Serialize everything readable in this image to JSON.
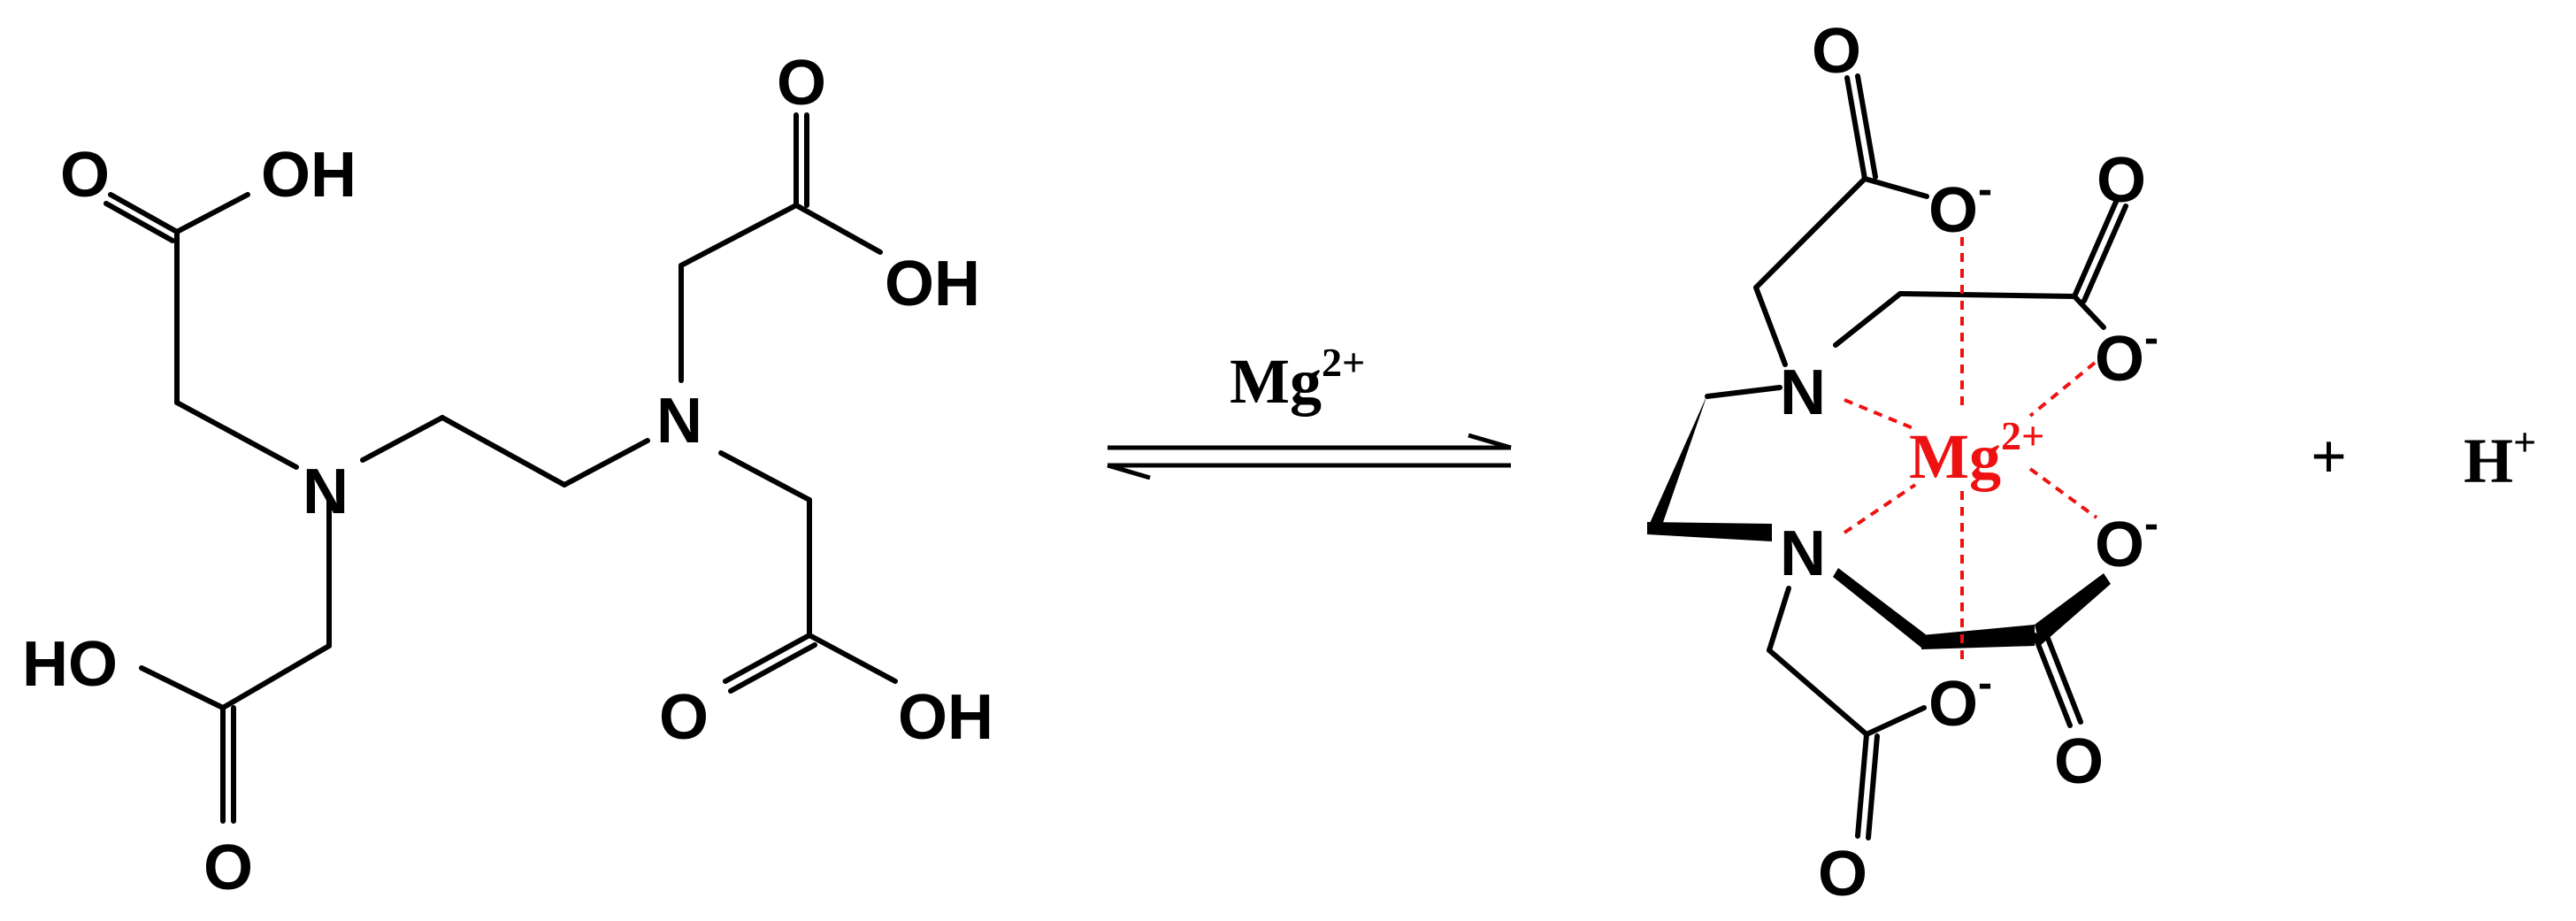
{
  "reactant": {
    "atoms": {
      "o1": "O",
      "oh1": "OH",
      "o2": "O",
      "oh2": "OH",
      "n1": "N",
      "n2": "N",
      "ho3": "HO",
      "o3": "O",
      "o4": "O",
      "oh4": "OH"
    }
  },
  "arrow": {
    "reagent_main": "Mg",
    "reagent_charge": "2+"
  },
  "product": {
    "atoms": {
      "oa_top": "O",
      "oa_minus": "O",
      "oa_charge": "-",
      "ob_top": "O",
      "ob_minus": "O",
      "ob_charge": "-",
      "n_upper": "N",
      "n_lower": "N",
      "mg": "Mg",
      "mg_charge": "2+",
      "oc_minus": "O",
      "oc_charge": "-",
      "od_minus": "O",
      "od_charge": "-",
      "oc_bottom": "O",
      "od_bottom": "O"
    },
    "metal_color": "#ee1111"
  },
  "plus": "+",
  "proton": {
    "main": "H",
    "charge": "+"
  }
}
